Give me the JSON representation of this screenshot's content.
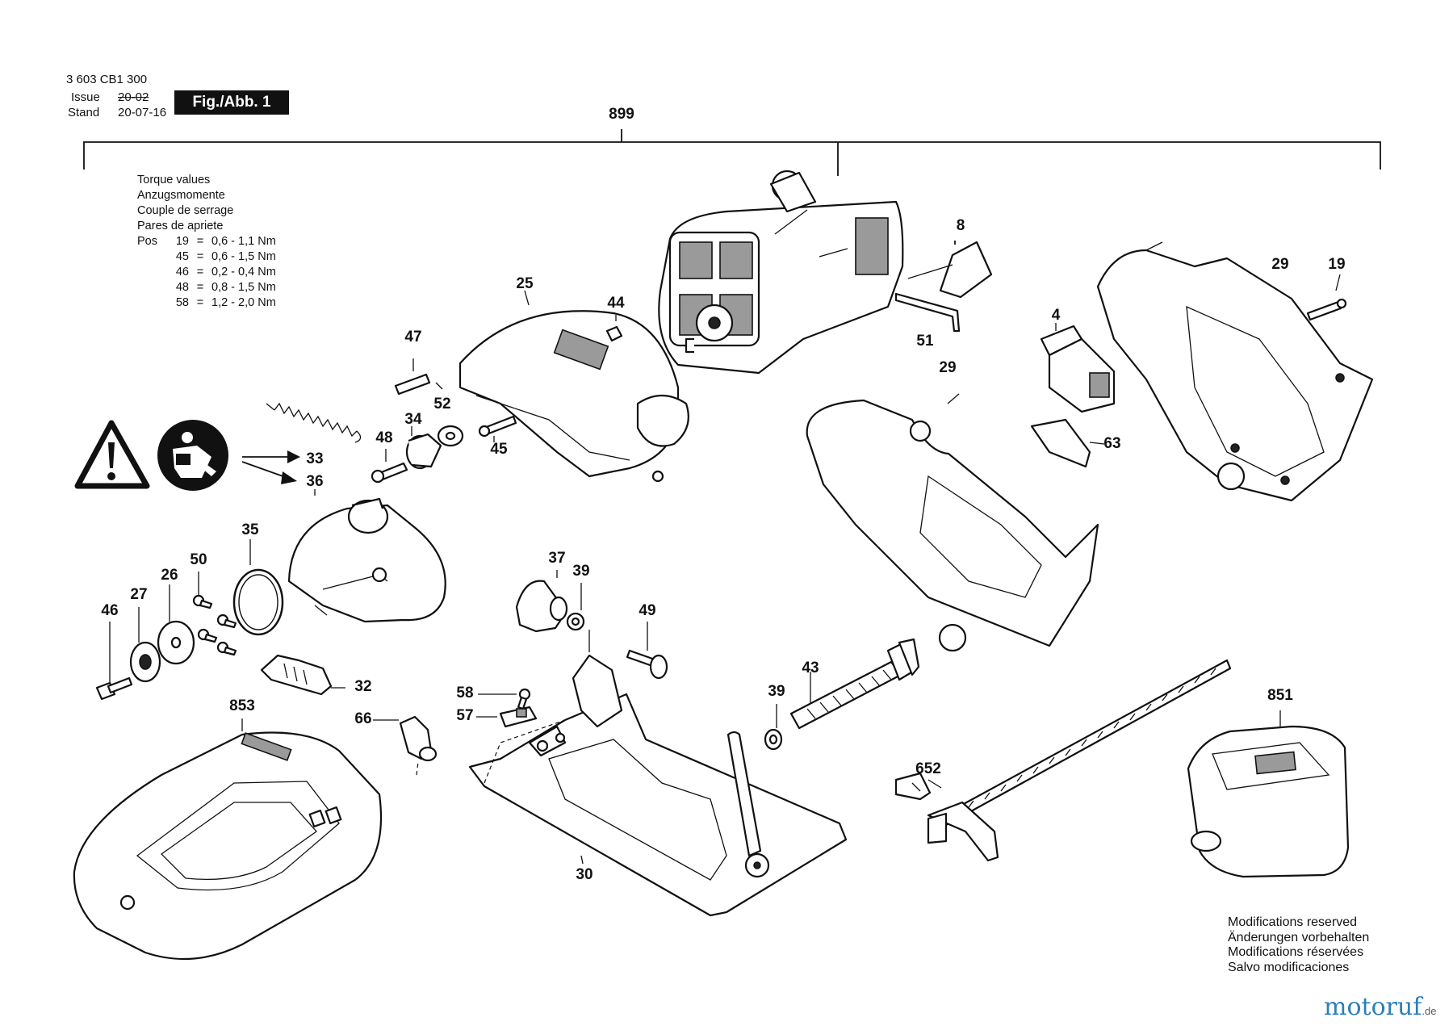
{
  "header": {
    "doc_number": "3 603 CB1 300",
    "issue_label": "Issue",
    "issue_value": "20-02",
    "stand_label": "Stand",
    "stand_value": "20-07-16",
    "fig_badge": "Fig./Abb. 1"
  },
  "torque": {
    "title_lines": [
      "Torque values",
      "Anzugsmomente",
      "Couple de serrage",
      "Pares de apriete"
    ],
    "pos_label": "Pos",
    "rows": [
      {
        "pos": "19",
        "eq": "=",
        "value": "0,6 - 1,1 Nm"
      },
      {
        "pos": "45",
        "eq": "=",
        "value": "0,6 - 1,5 Nm"
      },
      {
        "pos": "46",
        "eq": "=",
        "value": "0,2 - 0,4 Nm"
      },
      {
        "pos": "48",
        "eq": "=",
        "value": "0,8 - 1,5 Nm"
      },
      {
        "pos": "58",
        "eq": "=",
        "value": "1,2 - 2,0 Nm"
      }
    ]
  },
  "parts": {
    "p899": "899",
    "p8": "8",
    "p29a": "29",
    "p19": "19",
    "p25": "25",
    "p44": "44",
    "p51": "51",
    "p4": "4",
    "p47": "47",
    "p52": "52",
    "p29b": "29",
    "p63": "63",
    "p34": "34",
    "p48": "48",
    "p45": "45",
    "p33": "33",
    "p36": "36",
    "p35": "35",
    "p50": "50",
    "p26": "26",
    "p27": "27",
    "p46": "46",
    "p37": "37",
    "p39a": "39",
    "p49": "49",
    "p32": "32",
    "p43": "43",
    "p58": "58",
    "p39b": "39",
    "p851": "851",
    "p853": "853",
    "p66": "66",
    "p57": "57",
    "p652": "652",
    "p30": "30"
  },
  "modifications": [
    "Modifications reserved",
    "Änderungen vorbehalten",
    "Modifications réservées",
    "Salvo modificaciones"
  ],
  "brand": {
    "name": "motoruf",
    "tld": ".de"
  },
  "icons": {
    "warning": "warning-triangle-icon",
    "manual": "read-manual-icon"
  }
}
